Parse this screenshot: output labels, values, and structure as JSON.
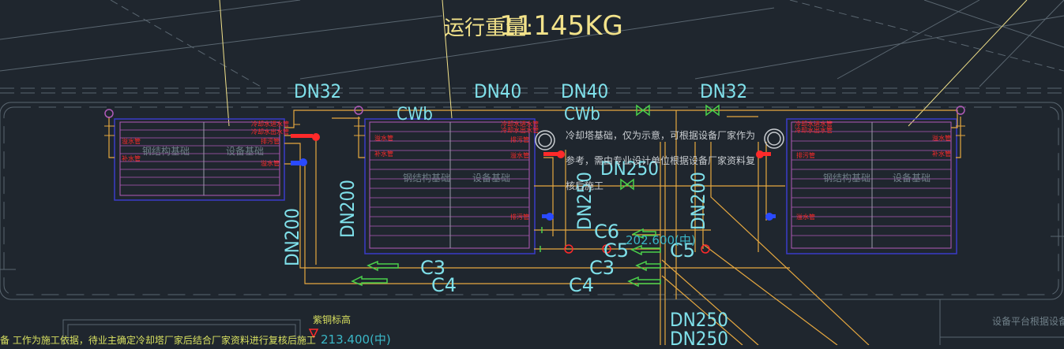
{
  "title": {
    "top": "运行重量:",
    "weight": "11145KG"
  },
  "pipes": {
    "dn32_left": "DN32",
    "dn40_a": "DN40",
    "dn40_b": "DN40",
    "dn32_right": "DN32",
    "cwb_left": "CWb",
    "cwb_right": "CWb",
    "dn250_top": "DN250",
    "dn200_left": "DN200",
    "dn200_mid": "DN200",
    "dn200_right": "DN200",
    "dn250_vert": "DN250",
    "dn250_b1": "DN250",
    "dn250_b2": "DN250",
    "c3_a": "C3",
    "c3_b": "C3",
    "c4_a": "C4",
    "c4_b": "C4",
    "c5_a": "C5",
    "c5_b": "C5",
    "c6": "C6",
    "level_a": "202.600(中)",
    "level_b": "213.400(中)"
  },
  "notes": {
    "note1": "冷却塔基础，仅为示意，可根据设备厂家作为",
    "note2": "参考，需由专业设计单位根据设备厂家资料复",
    "note3": "核后施工",
    "platform": "设备平台根据设备要",
    "riser_label": "紫铜标高",
    "bottom_note": "备  工作为施工依据，待业主确定冷却塔厂家后结合厂家资料进行复核后施工"
  },
  "towers": {
    "left": {
      "label_a": "钢结构基础",
      "label_b": "设备基础"
    },
    "middle": {
      "label_a": "钢结构基础",
      "label_b": "设备基础"
    },
    "right": {
      "label_a": "钢结构基础",
      "label_b": "设备基础"
    }
  },
  "tags": {
    "inlet": "冷却水进水管",
    "outlet": "冷却水出水管",
    "overflow": "溢水管",
    "makeup": "补水管",
    "drain": "排污管"
  },
  "colors": {
    "background": "#1f262e",
    "pipe": "#e6a840",
    "label": "#7fe0ea",
    "tower": "#b05ab8",
    "red": "#ff2a2a",
    "blue": "#2a4aff",
    "green": "#4ad04a"
  }
}
